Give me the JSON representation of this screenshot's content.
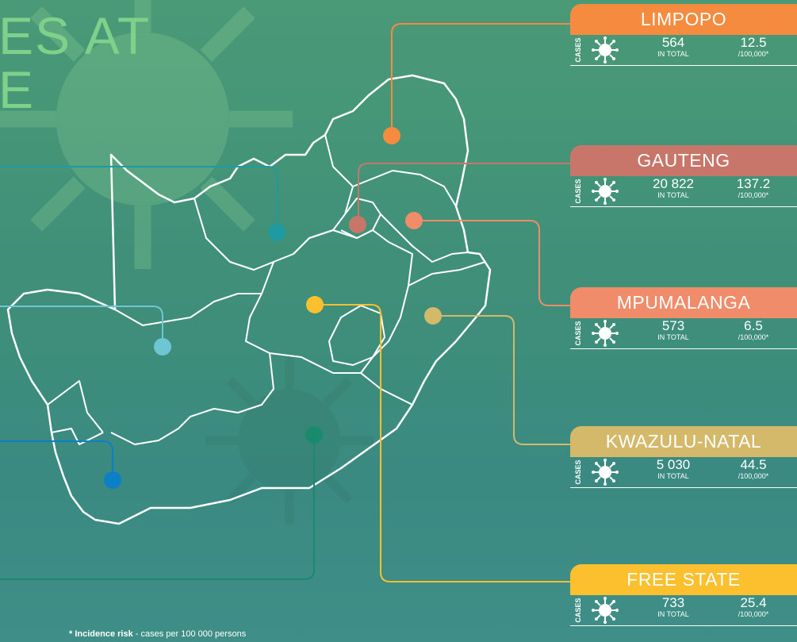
{
  "title": {
    "line1": "ES AT",
    "line2": "E"
  },
  "colors": {
    "limpopo": "#f58b3f",
    "gauteng": "#c9766a",
    "mpumalanga": "#f08c6a",
    "kwazulu_natal": "#d4b96b",
    "free_state": "#fcc02e",
    "north_west": "#1f9aa0",
    "northern_cape": "#6ec6d4",
    "western_cape": "#0d7fc6",
    "eastern_cape": "#1a8a6c"
  },
  "cards": [
    {
      "name": "LIMPOPO",
      "cases_label": "CASES",
      "total": "564",
      "total_label": "IN TOTAL",
      "rate": "12.5",
      "rate_label": "/100,000*",
      "icon": "coronavirus-icon"
    },
    {
      "name": "GAUTENG",
      "cases_label": "CASES",
      "total": "20 822",
      "total_label": "IN TOTAL",
      "rate": "137.2",
      "rate_label": "/100,000*",
      "icon": "coronavirus-icon"
    },
    {
      "name": "MPUMALANGA",
      "cases_label": "CASES",
      "total": "573",
      "total_label": "IN TOTAL",
      "rate": "6.5",
      "rate_label": "/100,000*",
      "icon": "coronavirus-icon"
    },
    {
      "name": "KWAZULU-NATAL",
      "cases_label": "CASES",
      "total": "5 030",
      "total_label": "IN TOTAL",
      "rate": "44.5",
      "rate_label": "/100,000*",
      "icon": "coronavirus-icon"
    },
    {
      "name": "FREE STATE",
      "cases_label": "CASES",
      "total": "733",
      "total_label": "IN TOTAL",
      "rate": "25.4",
      "rate_label": "/100,000*",
      "icon": "coronavirus-icon"
    }
  ],
  "footnote": {
    "bold": "* Incidence risk",
    "rest": " - cases per 100 000 persons"
  }
}
